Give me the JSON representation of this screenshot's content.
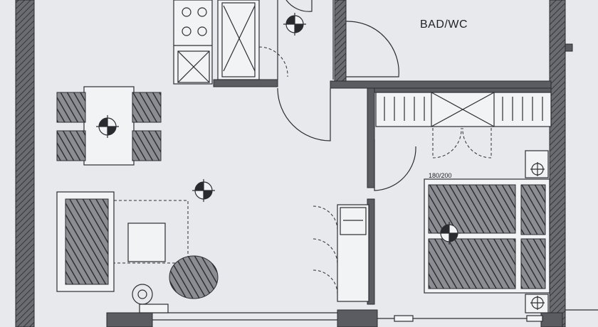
{
  "plan": {
    "rooms": [
      {
        "id": "bath",
        "label": "BAD/WC"
      },
      {
        "id": "bedroom",
        "label": ""
      },
      {
        "id": "living",
        "label": ""
      },
      {
        "id": "kitchen",
        "label": ""
      }
    ],
    "bed_dimension_label": "180/200",
    "icons": [
      "ceiling-light-icon",
      "outlet-icon",
      "radiator-icon"
    ]
  }
}
